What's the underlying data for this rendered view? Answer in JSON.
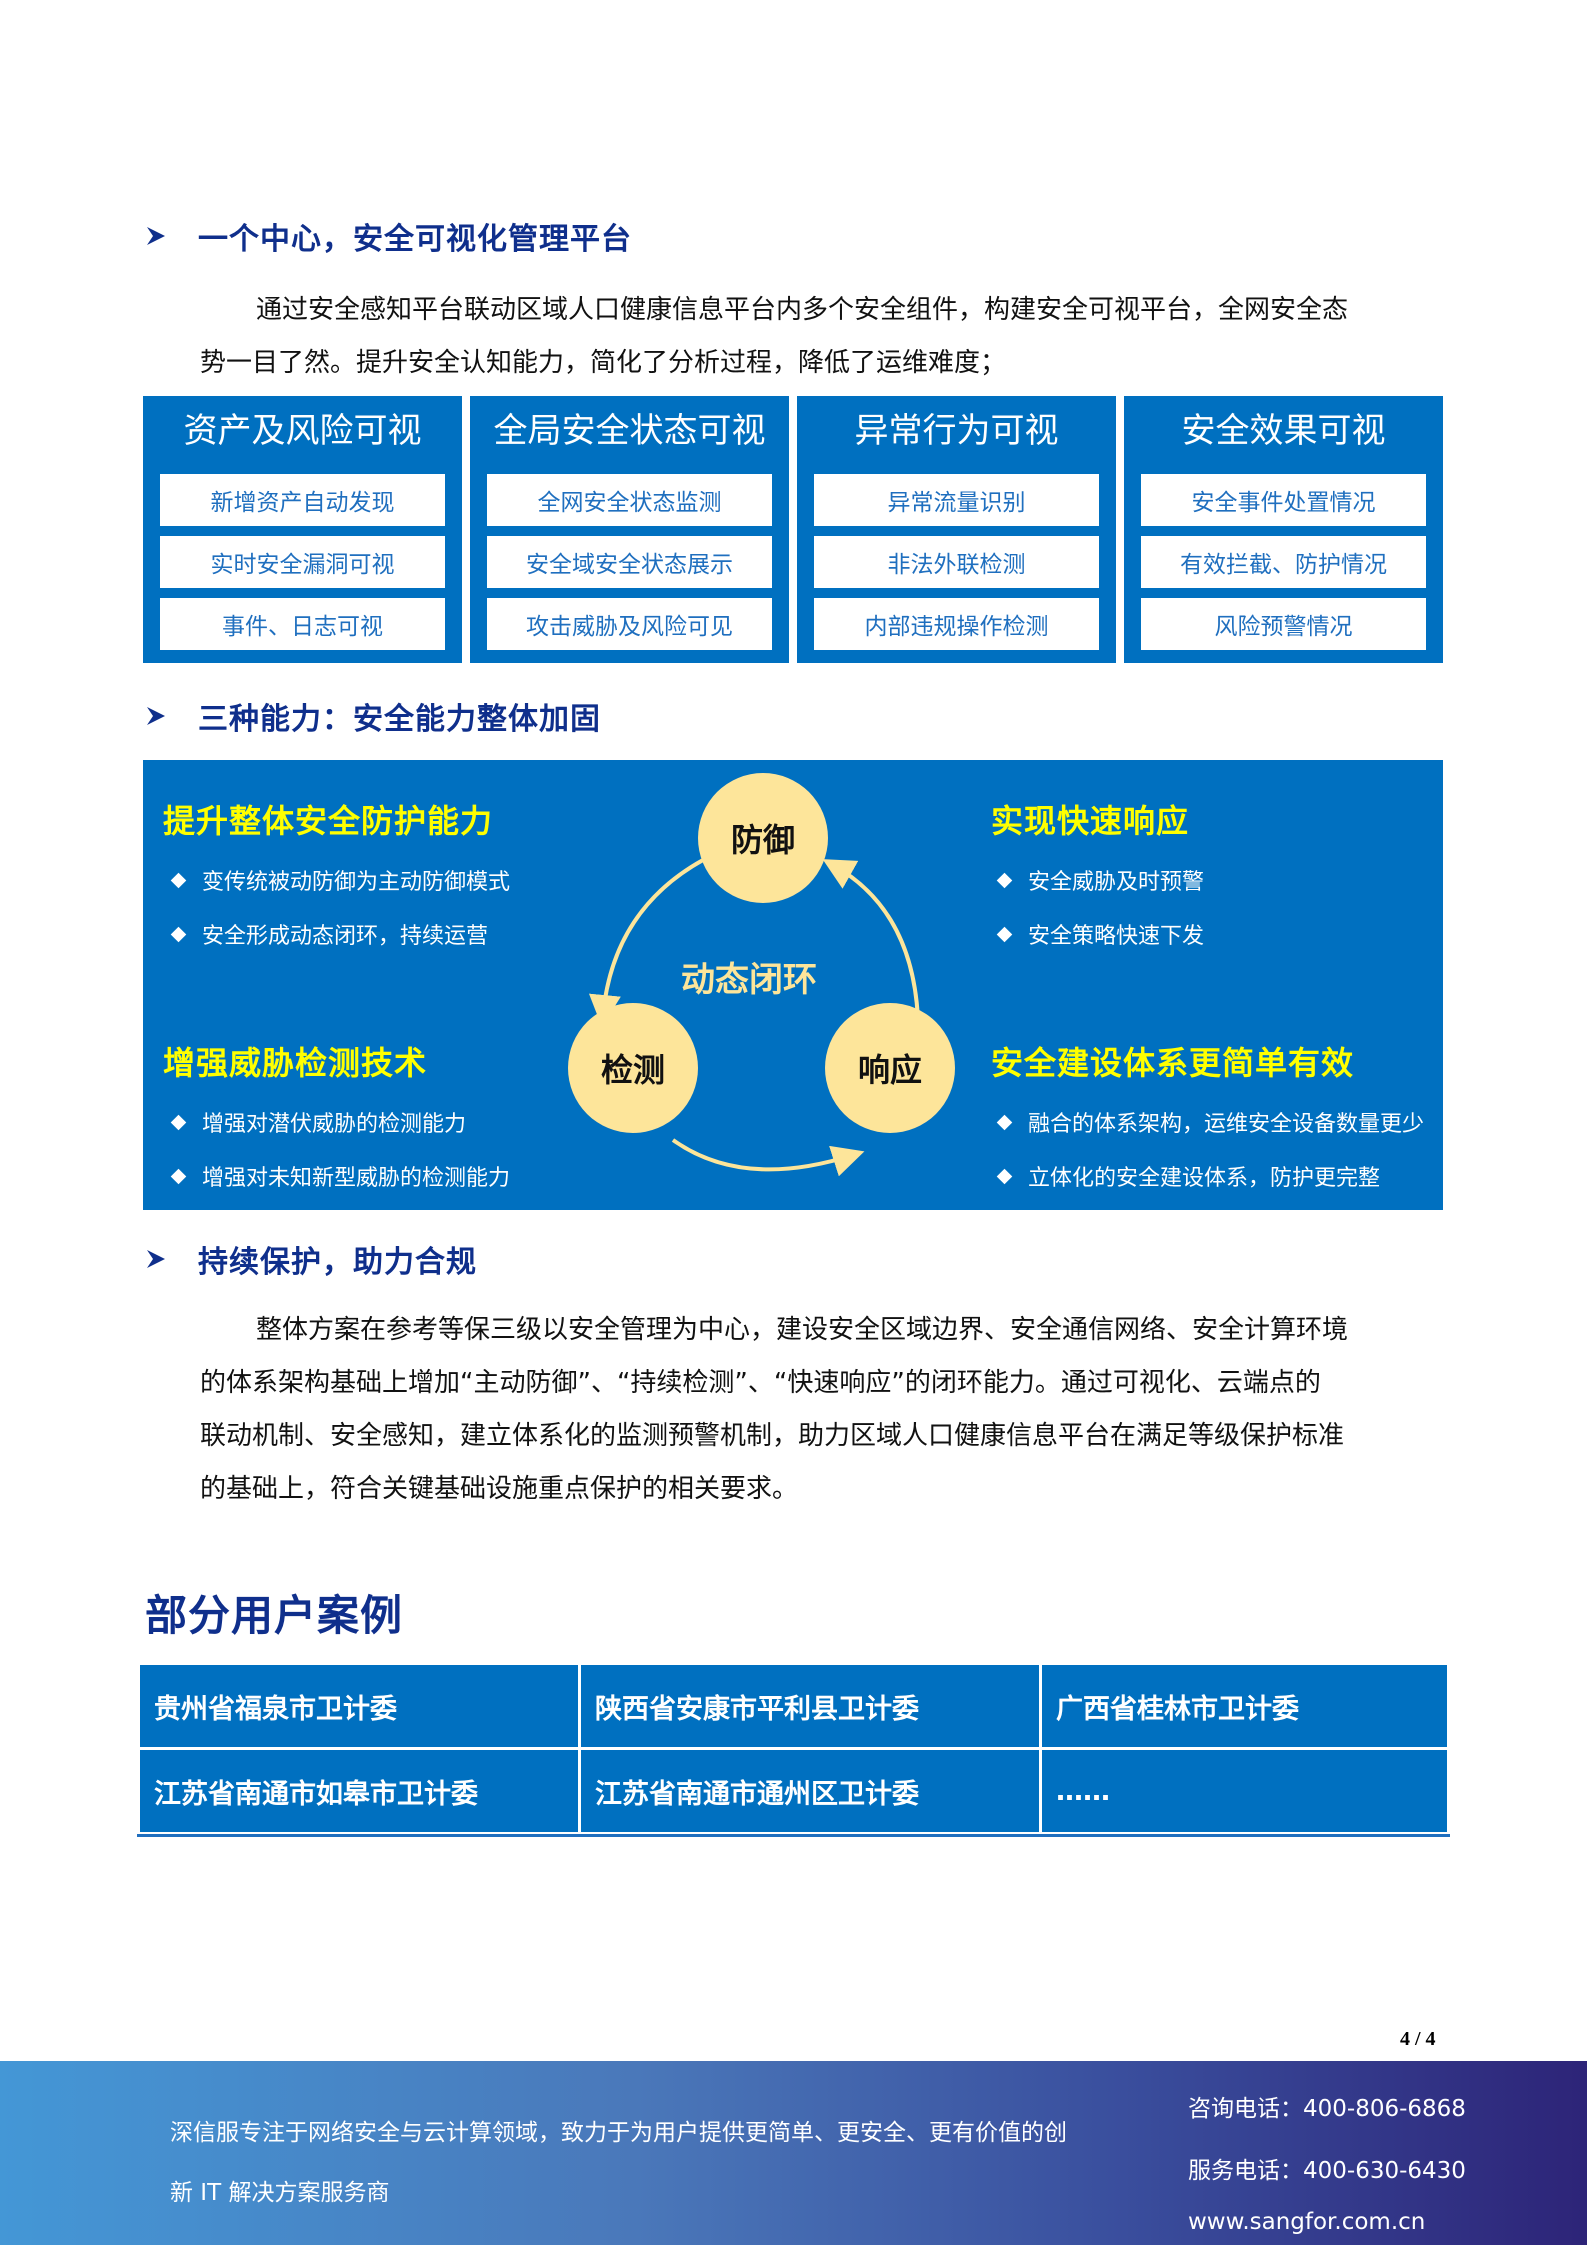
{
  "section1": {
    "title": "一个中心，安全可视化管理平台",
    "paragraph_lines": [
      "通过安全感知平台联动区域人口健康信息平台内多个安全组件，构建安全可视平台，全网安全态",
      "势一目了然。提升安全认知能力，简化了分析过程，降低了运维难度；"
    ],
    "cards": [
      {
        "title": "资产及风险可视",
        "items": [
          "新增资产自动发现",
          "实时安全漏洞可视",
          "事件、日志可视"
        ]
      },
      {
        "title": "全局安全状态可视",
        "items": [
          "全网安全状态监测",
          "安全域安全状态展示",
          "攻击威胁及风险可见"
        ]
      },
      {
        "title": "异常行为可视",
        "items": [
          "异常流量识别",
          "非法外联检测",
          "内部违规操作检测"
        ]
      },
      {
        "title": "安全效果可视",
        "items": [
          "安全事件处置情况",
          "有效拦截、防护情况",
          "风险预警情况"
        ]
      }
    ]
  },
  "section2": {
    "title": "三种能力：安全能力整体加固",
    "capabilities": [
      {
        "title": "提升整体安全防护能力",
        "bullets": [
          "变传统被动防御为主动防御模式",
          "安全形成动态闭环，持续运营"
        ]
      },
      {
        "title": "实现快速响应",
        "bullets": [
          "安全威胁及时预警",
          "安全策略快速下发"
        ]
      },
      {
        "title": "增强威胁检测技术",
        "bullets": [
          "增强对潜伏威胁的检测能力",
          "增强对未知新型威胁的检测能力"
        ]
      },
      {
        "title": "安全建设体系更简单有效",
        "bullets": [
          "融合的体系架构，运维安全设备数量更少",
          "立体化的安全建设体系，防护更完整"
        ]
      }
    ],
    "loop": {
      "center_label": "动态闭环",
      "nodes": [
        "防御",
        "检测",
        "响应"
      ]
    },
    "colors": {
      "panel": "#0070c0",
      "title": "#ffff00",
      "node": "#fde59a"
    }
  },
  "section3": {
    "title": "持续保护，助力合规",
    "paragraph_lines": [
      "整体方案在参考等保三级以安全管理为中心，建设安全区域边界、安全通信网络、安全计算环境",
      "的体系架构基础上增加“主动防御”、“持续检测”、“快速响应”的闭环能力。通过可视化、云端点的",
      "联动机制、安全感知，建立体系化的监测预警机制，助力区域人口健康信息平台在满足等级保护标准",
      "的基础上，符合关键基础设施重点保护的相关要求。"
    ]
  },
  "cases": {
    "title": "部分用户案例",
    "rows": [
      [
        "贵州省福泉市卫计委",
        "陕西省安康市平利县卫计委",
        "广西省桂林市卫计委"
      ],
      [
        "江苏省南通市如皋市卫计委",
        "江苏省南通市通州区卫计委",
        "……"
      ]
    ]
  },
  "page_number": "4 / 4",
  "footer": {
    "tagline_lines": [
      "深信服专注于网络安全与云计算领域，致力于为用户提供更简单、更安全、更有价值的创",
      "新 IT 解决方案服务商"
    ],
    "consult_phone": "咨询电话：400-806-6868",
    "service_phone": "服务电话：400-630-6430",
    "website": "www.sangfor.com.cn"
  },
  "brand_colors": {
    "heading": "#0f2f8c",
    "primary_blue": "#0070c0"
  }
}
